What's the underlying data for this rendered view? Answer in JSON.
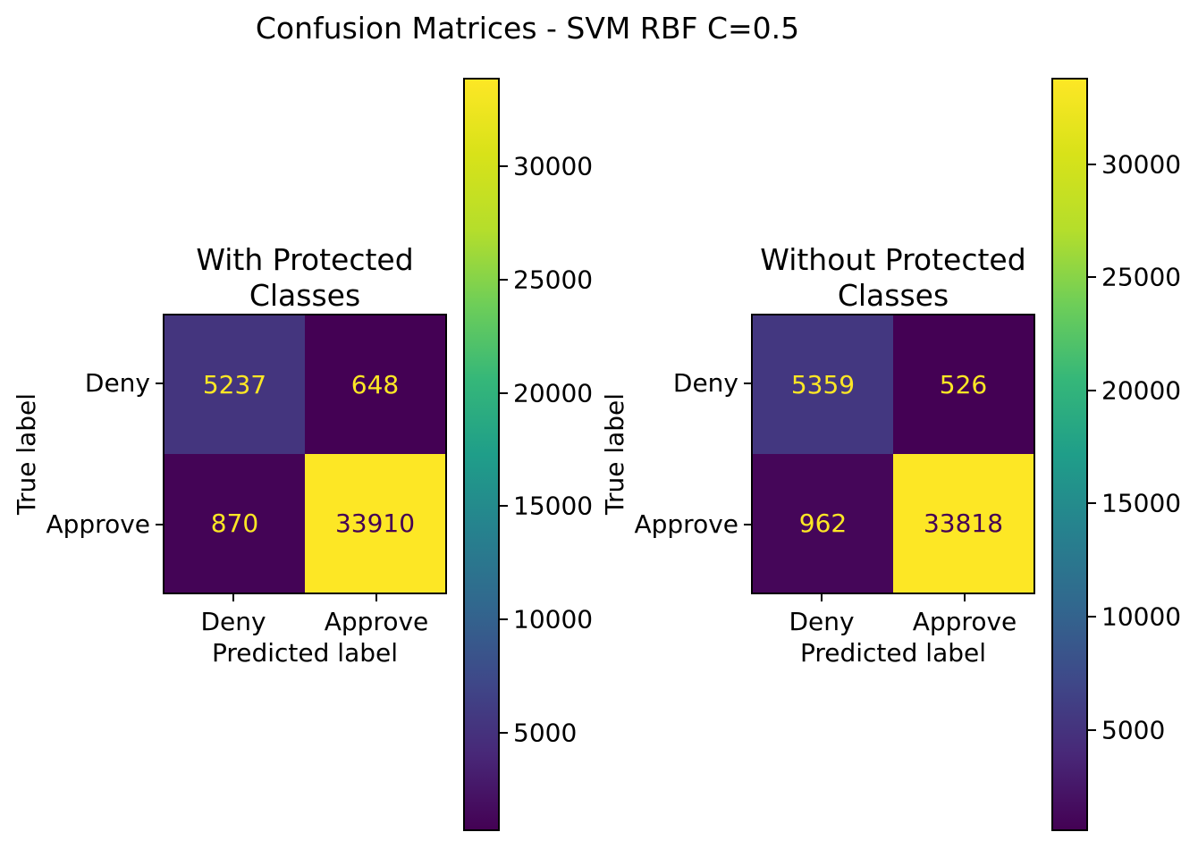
{
  "figure": {
    "title": "Confusion Matrices - SVM RBF C=0.5",
    "background": "#ffffff",
    "text_color": "#000000"
  },
  "axis_labels": {
    "x": "Predicted label",
    "y": "True label"
  },
  "classes": [
    "Deny",
    "Approve"
  ],
  "colormap": {
    "name": "viridis",
    "stops": [
      "#440154",
      "#482878",
      "#3e4989",
      "#31688e",
      "#26828e",
      "#1f9e89",
      "#35b779",
      "#6ece58",
      "#b5de2b",
      "#d8e219",
      "#fde725"
    ],
    "cell_text_dark": "#440154",
    "cell_text_light": "#fde725"
  },
  "panels": [
    {
      "title_line1": "With Protected",
      "title_line2": "Classes"
    },
    {
      "title_line1": "Without Protected",
      "title_line2": "Classes"
    }
  ],
  "chart_data": [
    {
      "type": "heatmap",
      "title": "With Protected Classes",
      "x": [
        "Deny",
        "Approve"
      ],
      "y": [
        "Deny",
        "Approve"
      ],
      "xlabel": "Predicted label",
      "ylabel": "True label",
      "values": [
        [
          5237,
          648
        ],
        [
          870,
          33910
        ]
      ],
      "colormap": "viridis",
      "colorbar_ticks": [
        5000,
        10000,
        15000,
        20000,
        25000,
        30000
      ],
      "legend_position": "colorbar-right"
    },
    {
      "type": "heatmap",
      "title": "Without Protected Classes",
      "x": [
        "Deny",
        "Approve"
      ],
      "y": [
        "Deny",
        "Approve"
      ],
      "xlabel": "Predicted label",
      "ylabel": "True label",
      "values": [
        [
          5359,
          526
        ],
        [
          962,
          33818
        ]
      ],
      "colormap": "viridis",
      "colorbar_ticks": [
        5000,
        10000,
        15000,
        20000,
        25000,
        30000
      ],
      "legend_position": "colorbar-right"
    }
  ]
}
